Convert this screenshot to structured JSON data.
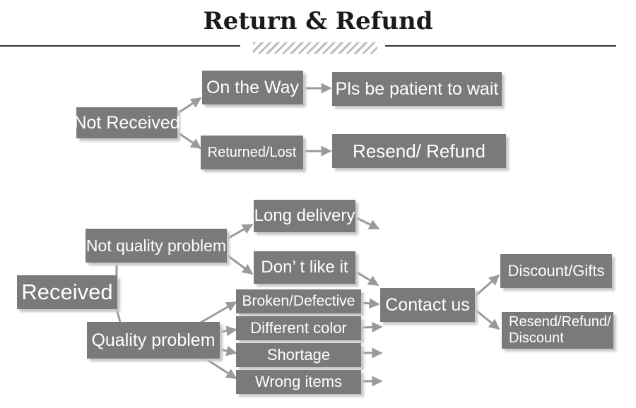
{
  "title": "Return & Refund",
  "colors": {
    "box": "#7a7a7a",
    "text": "#ffffff",
    "arrow": "#9a9a9a",
    "rule": "#333333"
  },
  "nodes": {
    "not_received": "Not Received",
    "on_the_way": "On the Way",
    "pls_wait": "Pls be patient to wait",
    "returned_lost": "Returned/Lost",
    "resend_refund": "Resend/ Refund",
    "received": "Received",
    "not_quality": "Not quality problem",
    "long_delivery": "Long delivery",
    "dont_like": "Don’ t like it",
    "quality": "Quality problem",
    "broken": "Broken/Defective",
    "different_color": "Different color",
    "shortage": "Shortage",
    "wrong_items": "Wrong items",
    "contact_us": "Contact us",
    "discount_gifts": "Discount/Gifts",
    "resend_refund_discount": "Resend/Refund/ Discount"
  }
}
